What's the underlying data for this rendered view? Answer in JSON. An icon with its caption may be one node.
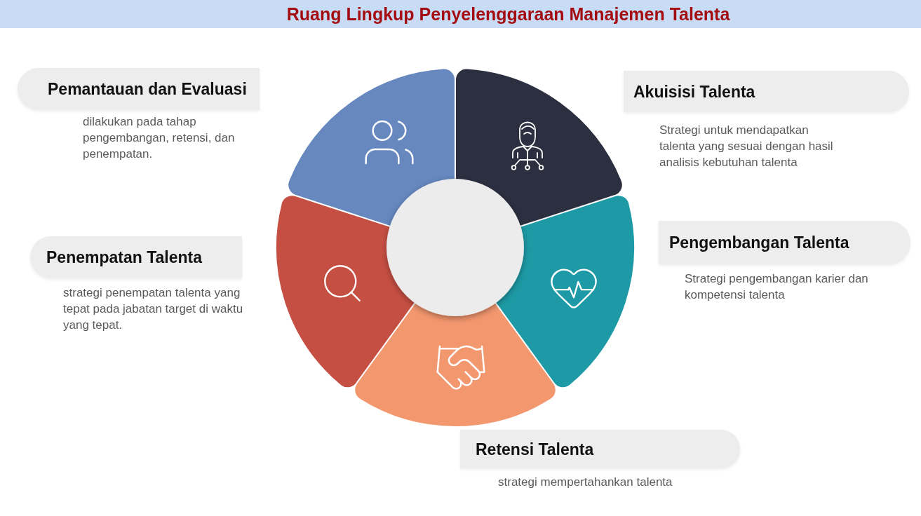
{
  "diagram": {
    "title": "Ruang Lingkup Penyelenggaraan Manajemen Talenta",
    "nodes": [
      {
        "text": [
          "Pemantauan dan Evaluasi"
        ],
        "beside": [
          "dilakukan pada tahap pengembangan, retensi, dan penempatan."
        ]
      },
      {
        "text": [
          "Akuisisi Talenta"
        ],
        "beside": [
          "Strategi untuk mendapatkan talenta yang sesuai dengan hasil analisis kebutuhan talenta"
        ]
      },
      {
        "text": [
          "Pengembangan Talenta"
        ],
        "beside": [
          "Strategi pengembangan karier dan kompetensi talenta"
        ]
      },
      {
        "text": [
          "Penempatan Talenta"
        ],
        "beside": [
          "strategi penempatan talenta yang tepat pada jabatan target di waktu yang tepat."
        ]
      },
      {
        "text": [
          "Retensi Talenta"
        ],
        "beside": [
          "strategi mempertahankan talenta"
        ]
      }
    ]
  }
}
